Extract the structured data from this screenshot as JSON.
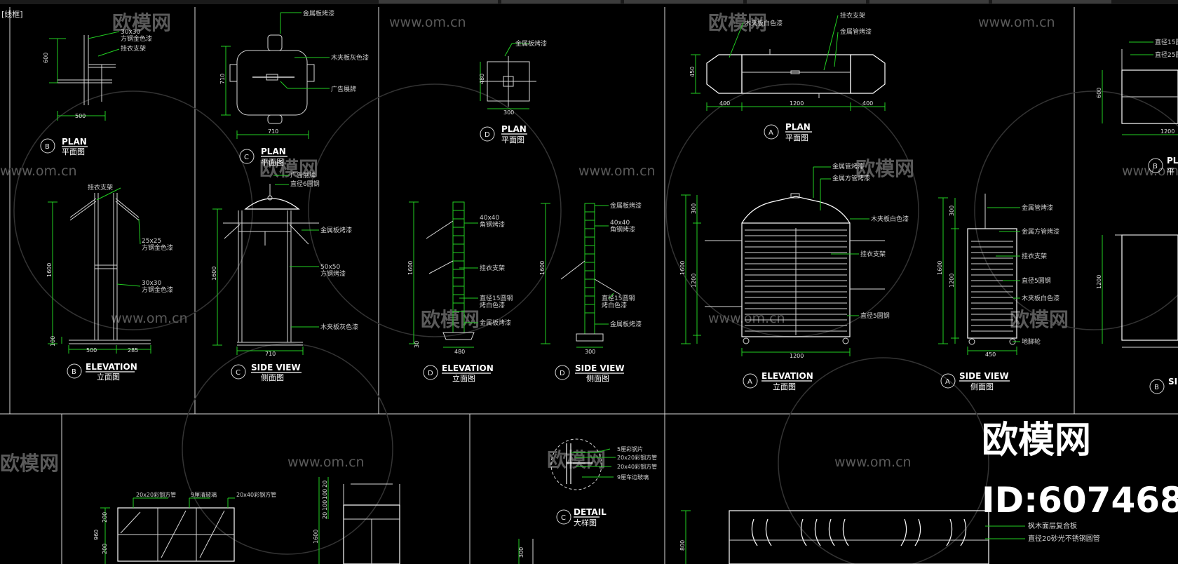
{
  "header": {
    "label": "[线框]"
  },
  "watermarks": {
    "site": "www.om.cn",
    "brand": "欧模网"
  },
  "brand": {
    "name": "欧模网",
    "id": "ID:607468"
  },
  "panel_b": {
    "plan_title": "PLAN",
    "plan_subtitle": "平面图",
    "plan_marker": "B",
    "elev_title": "ELEVATION",
    "elev_subtitle": "立面图",
    "elev_marker": "B",
    "note_size1": "30x30",
    "note_finish1": "方钢金色漆",
    "note_hanger": "挂衣支架",
    "note_hanger2": "挂衣支架",
    "note_size2": "25x25",
    "note_finish2": "方钢金色漆",
    "note_size3": "30x30",
    "note_finish3": "方钢金色漆",
    "dim_plan_w": "500",
    "dim_plan_h": "600",
    "dim_h": "1600",
    "dim_w1": "500",
    "dim_w2": "285",
    "dim_base": "100"
  },
  "panel_c": {
    "plan_title": "PLAN",
    "plan_subtitle": "平面图",
    "plan_marker": "C",
    "side_title": "SIDE VIEW",
    "side_subtitle": "侧面图",
    "side_marker": "C",
    "note_metal": "金属板烤漆",
    "note_wood": "木夹板灰色漆",
    "note_ad": "广告展牌",
    "note_ad2": "广告展牌",
    "note_tube": "直径6圆钢",
    "note_metal2": "金属板烤漆",
    "note_size": "50x50",
    "note_paint": "方钢烤漆",
    "note_wood2": "木夹板灰色漆",
    "dim_plan_w": "710",
    "dim_plan_h": "710",
    "dim_h": "1600",
    "dim_w": "710"
  },
  "panel_d": {
    "plan_title": "PLAN",
    "plan_subtitle": "平面图",
    "plan_marker": "D",
    "elev_title": "ELEVATION",
    "elev_subtitle": "立面图",
    "elev_marker": "D",
    "side_title": "SIDE VIEW",
    "side_subtitle": "侧面图",
    "side_marker": "D",
    "note_metal": "金属板烤漆",
    "note_size": "40x40",
    "note_angle": "角钢烤漆",
    "note_hanger": "挂衣支架",
    "note_tube": "直径15圆钢",
    "note_white": "烤白色漆",
    "note_metal2": "金属板烤漆",
    "note_metal3": "金属板烤漆",
    "note_size2": "40x40",
    "note_angle2": "角钢烤漆",
    "note_tube2": "直径15圆钢",
    "note_white2": "烤白色漆",
    "note_metal4": "金属板烤漆",
    "dim_plan_w": "300",
    "dim_plan_h": "480",
    "dim_h": "1600",
    "dim_w": "480",
    "dim_side_w": "300",
    "dim_base": "30"
  },
  "panel_a": {
    "plan_title": "PLAN",
    "plan_subtitle": "平面图",
    "plan_marker": "A",
    "elev_title": "ELEVATION",
    "elev_subtitle": "立面图",
    "elev_marker": "A",
    "side_title": "SIDE VIEW",
    "side_subtitle": "侧面图",
    "side_marker": "A",
    "note_wood": "木夹板白色漆",
    "note_hanger": "挂衣支架",
    "note_metal": "金属管烤漆",
    "note_metal_pipe": "金属管烤漆",
    "note_square": "金属方管烤漆",
    "note_wood2": "木夹板白色漆",
    "note_hanger2": "挂衣支架",
    "note_rod": "直径5圆钢",
    "note_s_metal": "金属管烤漆",
    "note_s_square": "金属方管烤漆",
    "note_s_hanger": "挂衣支架",
    "note_s_rod": "直径5圆钢",
    "note_s_wood": "木夹板白色漆",
    "note_s_wheel": "地脚轮",
    "dim_plan_l": "400",
    "dim_plan_c": "1200",
    "dim_plan_r": "400",
    "dim_plan_h": "450",
    "dim_h": "1600",
    "dim_h2": "1200",
    "dim_h3": "300",
    "dim_w": "1200",
    "dim_side_w": "450"
  },
  "panel_right": {
    "plan_title": "PL",
    "plan_subtitle": "平",
    "plan_marker": "B",
    "side_title": "SID",
    "side_marker": "B",
    "note_a": "直径15圆",
    "note_b": "直径25圆",
    "dim_a": "600",
    "dim_b": "1200",
    "dim_c": "1200"
  },
  "panel_bottom_a": {
    "note_tube1": "20x20彩钢方管",
    "note_glass": "9厘清玻璃",
    "note_tube2": "20x40彩钢方管",
    "dim_a": "960",
    "dim_b": "200",
    "dim_c": "200",
    "dim_d": "1600",
    "dim_e": "20",
    "dim_f": "100",
    "dim_g": "100",
    "dim_h": "20"
  },
  "panel_bottom_c": {
    "detail_title": "DETAIL",
    "detail_subtitle": "大样图",
    "detail_marker": "C",
    "note_1": "5厘彩钢片",
    "note_2": "20x20彩钢方管",
    "note_3": "20x40彩钢方管",
    "note_4": "9厘车边玻璃",
    "dim_a": "300"
  },
  "panel_bottom_d": {
    "note_1": "枫木面层复合板",
    "note_2": "直径20砂光不锈钢圆管",
    "dim_a": "800"
  }
}
